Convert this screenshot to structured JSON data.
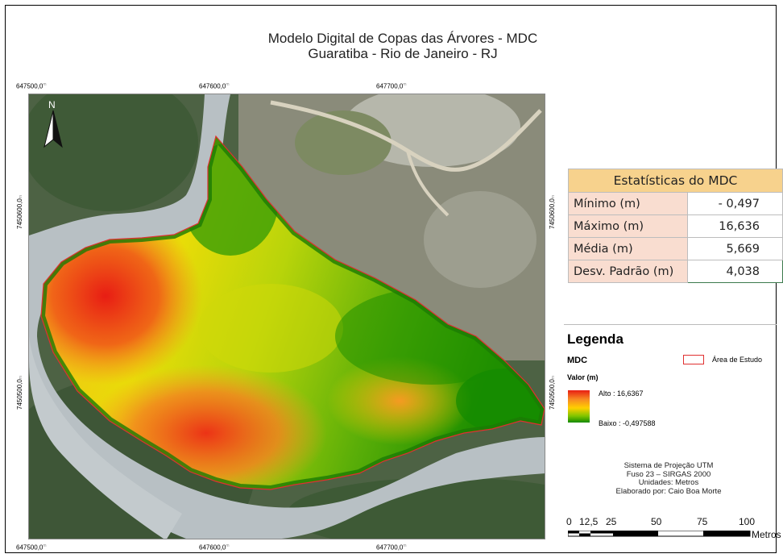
{
  "title": {
    "line1": "Modelo Digital de Copas das Árvores - MDC",
    "line2": "Guaratiba - Rio de Janeiro - RJ"
  },
  "grid": {
    "top": [
      "647500,0",
      "647600,0",
      "647700,0"
    ],
    "bottom": [
      "647500,0",
      "647600,0",
      "647700,0"
    ],
    "left": [
      "7450600,0",
      "7450500,0"
    ],
    "right": [
      "7450600,0",
      "7450500,0"
    ],
    "unit_suffix": "m"
  },
  "north": {
    "label": "N",
    "icon": "north-arrow-icon"
  },
  "stats": {
    "header": "Estatísticas do MDC",
    "rows": [
      {
        "label": "Mínimo (m)",
        "value": "- 0,497"
      },
      {
        "label": "Máximo (m)",
        "value": "16,636"
      },
      {
        "label": "Média (m)",
        "value": "5,669"
      },
      {
        "label": "Desv. Padrão (m)",
        "value": "4,038"
      }
    ]
  },
  "legend": {
    "title": "Legenda",
    "layer": "MDC",
    "area_label": "Área de Estudo",
    "value_label": "Valor (m)",
    "high": "Alto : 16,6367",
    "low": "Baixo : -0,497588",
    "colors": {
      "high": "#e81d14",
      "mid": "#ffd000",
      "low": "#138a00",
      "area_outline": "#e03030"
    }
  },
  "projection": {
    "line1": "Sistema de Projeção UTM",
    "line2": "Fuso 23 – SIRGAS 2000",
    "line3": "Unidades: Metros",
    "line4": "Elaborado por: Caio Boa Morte"
  },
  "scale_bar": {
    "ticks": [
      "0",
      "12,5",
      "25",
      "50",
      "75",
      "100"
    ],
    "unit": "Metros"
  }
}
